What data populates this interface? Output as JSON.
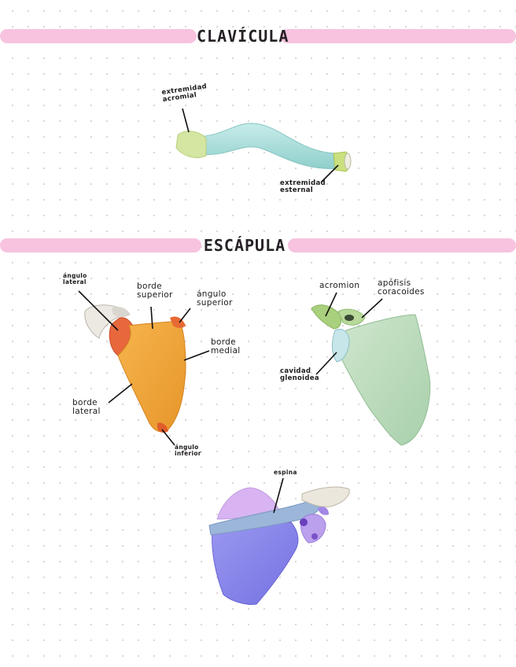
{
  "sections": {
    "clavicula": {
      "title": "CLAVÍCULA",
      "labels": {
        "acromial": "extremidad\nacromial",
        "esternal": "extremidad\nesternal"
      }
    },
    "escapula": {
      "title": "ESCÁPULA",
      "anterior": {
        "angulo_lateral": "ángulo\nlateral",
        "borde_superior": "borde\nsuperior",
        "angulo_superior": "ángulo\nsuperior",
        "borde_medial": "borde\nmedial",
        "borde_lateral": "borde\nlateral",
        "angulo_inferior": "ángulo\ninferior"
      },
      "lateral": {
        "acromion": "acromion",
        "apofisis": "apófisis\ncoracoides",
        "cavidad": "cavidad\nglenoidea"
      },
      "posterior": {
        "espina": "espina"
      }
    }
  },
  "colors": {
    "band": "#f7c3df",
    "clavicle_body": "#a9dfdd",
    "clavicle_ends": "#cfe58a",
    "scapula_orange": "#f1a53a",
    "scapula_red": "#e8643c",
    "scapula_green": "#bcdcbc",
    "spine_blue": "#9db7d8",
    "posterior_purple": "#8a86ea",
    "posterior_lilac": "#d5b3f2"
  }
}
